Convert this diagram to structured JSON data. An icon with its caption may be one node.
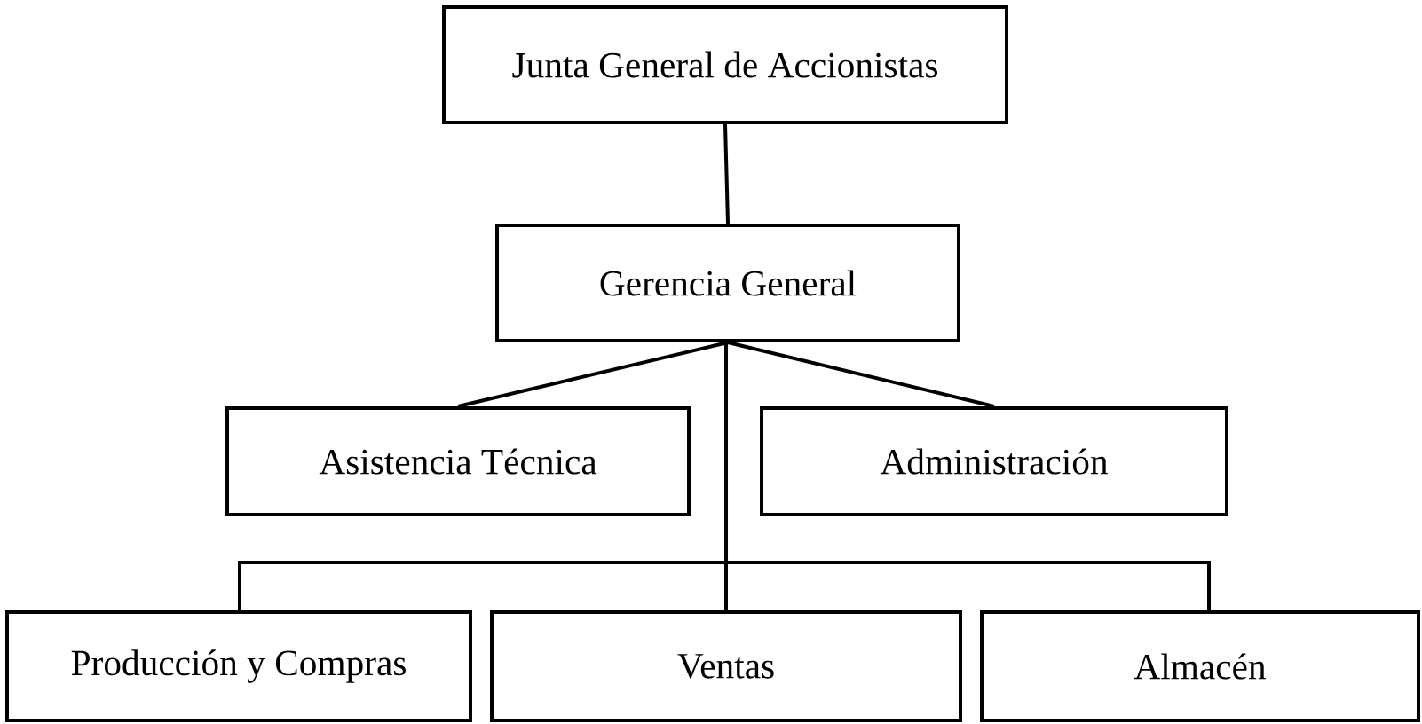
{
  "diagram": {
    "nodes": [
      {
        "text": [
          "Junta General de Accionistas"
        ]
      },
      {
        "text": [
          "Gerencia General"
        ]
      },
      {
        "text": [
          "Asistencia Técnica"
        ]
      },
      {
        "text": [
          "Administración"
        ]
      },
      {
        "text": [
          "Producción y Compras"
        ]
      },
      {
        "text": [
          "Ventas"
        ]
      },
      {
        "text": [
          "Almacén"
        ]
      }
    ],
    "edges": [
      {
        "from": 0,
        "to": 1,
        "arrow": "none"
      },
      {
        "from": 1,
        "to": 2,
        "arrow": "none"
      },
      {
        "from": 1,
        "to": 3,
        "arrow": "none"
      },
      {
        "from": 1,
        "to": 4,
        "arrow": "none"
      },
      {
        "from": 1,
        "to": 5,
        "arrow": "none"
      },
      {
        "from": 1,
        "to": 6,
        "arrow": "none"
      }
    ]
  }
}
